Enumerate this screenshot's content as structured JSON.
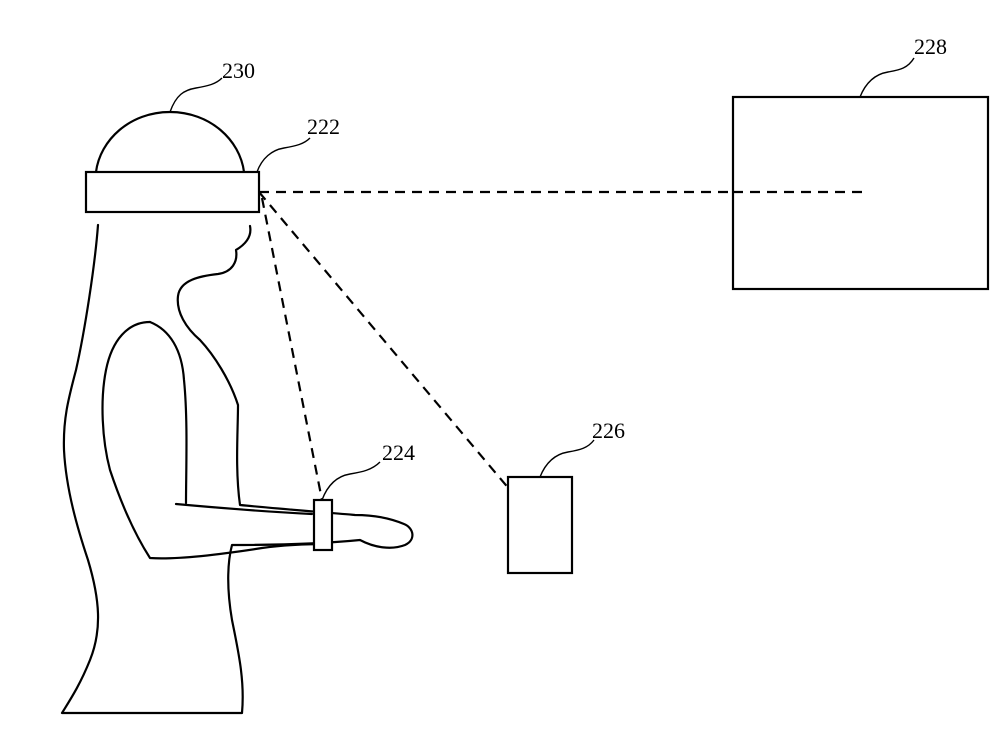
{
  "figure": {
    "labels": {
      "headset_unit": "222",
      "wrist_device": "224",
      "handheld_device": "226",
      "display_screen": "228",
      "user_head": "230"
    }
  }
}
